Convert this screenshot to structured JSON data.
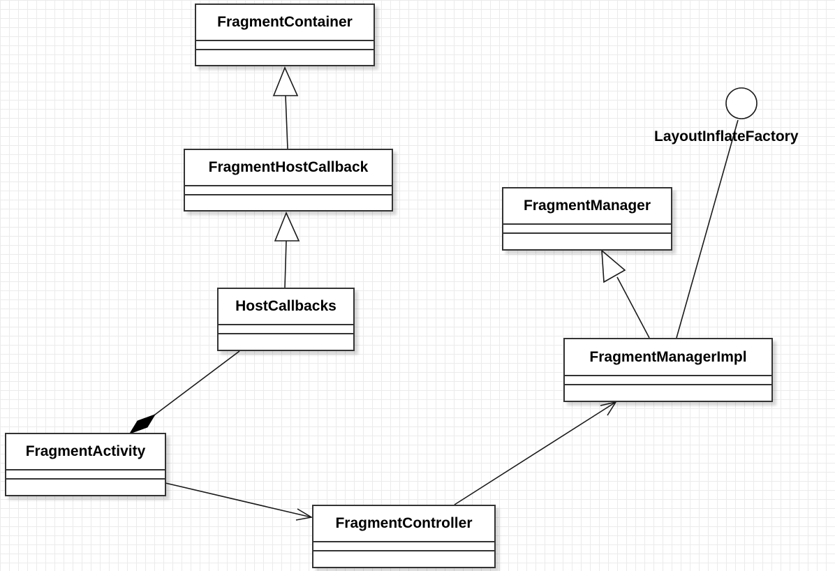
{
  "diagram": {
    "type": "UML class diagram",
    "classes": {
      "fragment_container": {
        "name": "FragmentContainer"
      },
      "fragment_host_callback": {
        "name": "FragmentHostCallback"
      },
      "host_callbacks": {
        "name": "HostCallbacks"
      },
      "fragment_activity": {
        "name": "FragmentActivity"
      },
      "fragment_controller": {
        "name": "FragmentController"
      },
      "fragment_manager": {
        "name": "FragmentManager"
      },
      "fragment_manager_impl": {
        "name": "FragmentManagerImpl"
      }
    },
    "interfaces": {
      "layout_inflate_factory": {
        "name": "LayoutInflateFactory"
      }
    },
    "relationships": [
      {
        "from": "FragmentHostCallback",
        "to": "FragmentContainer",
        "kind": "generalization"
      },
      {
        "from": "HostCallbacks",
        "to": "FragmentHostCallback",
        "kind": "generalization"
      },
      {
        "from": "FragmentManagerImpl",
        "to": "FragmentManager",
        "kind": "generalization"
      },
      {
        "from": "FragmentManagerImpl",
        "to": "LayoutInflateFactory",
        "kind": "realization (lollipop)"
      },
      {
        "from": "FragmentActivity",
        "to": "HostCallbacks",
        "kind": "composition"
      },
      {
        "from": "FragmentActivity",
        "to": "FragmentController",
        "kind": "association"
      },
      {
        "from": "FragmentController",
        "to": "FragmentManagerImpl",
        "kind": "association"
      }
    ]
  }
}
